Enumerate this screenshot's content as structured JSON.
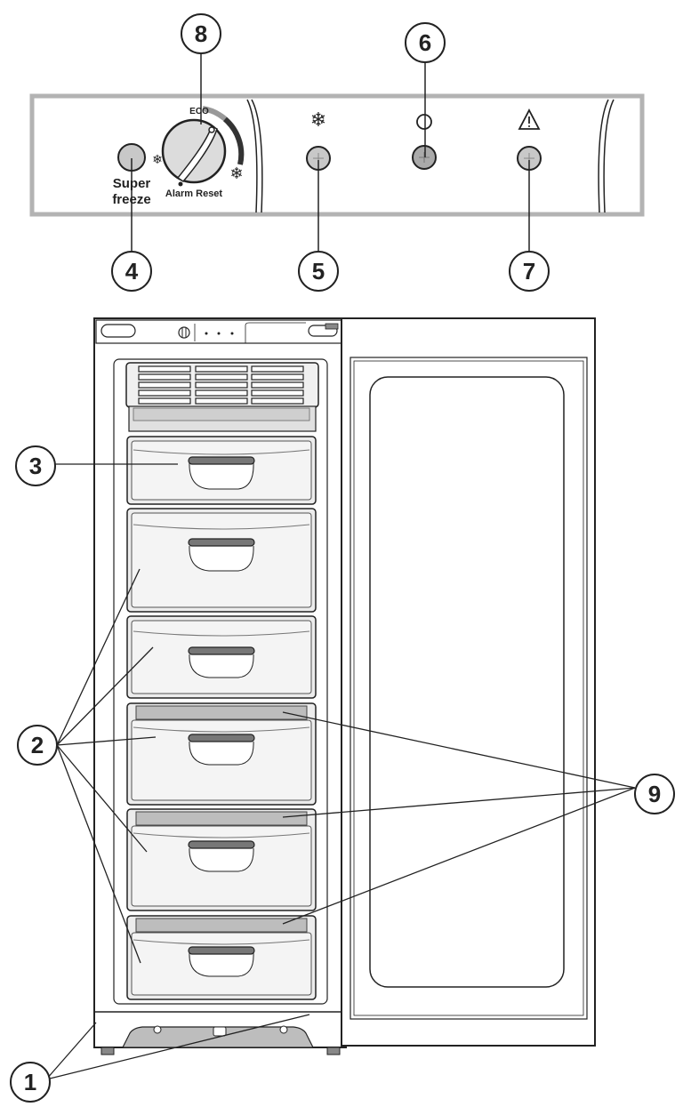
{
  "control_panel": {
    "eco_label": "ECO",
    "super_freeze_line1": "Super",
    "super_freeze_line2": "freeze",
    "alarm_reset_label": "Alarm Reset"
  },
  "callouts": {
    "c1": "1",
    "c2": "2",
    "c3": "3",
    "c4": "4",
    "c5": "5",
    "c6": "6",
    "c7": "7",
    "c8": "8",
    "c9": "9"
  },
  "icons": {
    "super_freeze_indicator": "snowflake-icon",
    "power_indicator": "power-icon",
    "alarm_indicator": "warning-triangle-icon"
  }
}
